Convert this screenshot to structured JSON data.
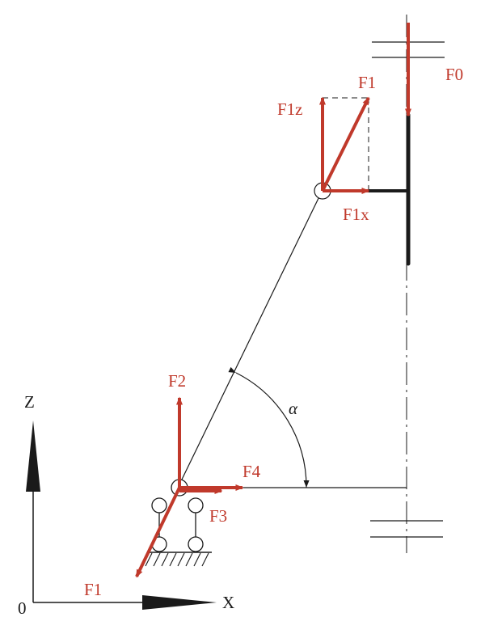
{
  "colors": {
    "force": "#c0392b",
    "line": "#1a1a1a",
    "background": "#ffffff"
  },
  "axes": {
    "z_label": "Z",
    "x_label": "X",
    "origin_label": "0"
  },
  "forces": {
    "f0": "F0",
    "f1_top": "F1",
    "f1z": "F1z",
    "f1x": "F1x",
    "f2": "F2",
    "f3": "F3",
    "f4": "F4",
    "f1_bottom": "F1"
  },
  "angle_label": "α"
}
